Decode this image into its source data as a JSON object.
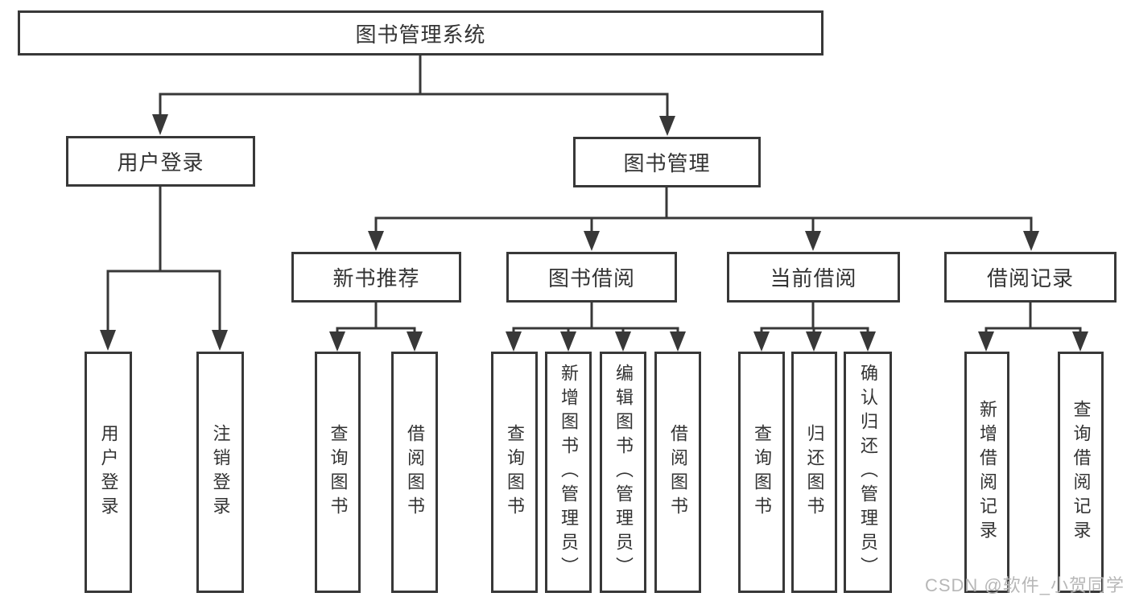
{
  "diagram": {
    "root": {
      "label": "图书管理系统"
    },
    "level2": [
      {
        "label": "用户登录",
        "parent": "图书管理系统"
      },
      {
        "label": "图书管理",
        "parent": "图书管理系统"
      }
    ],
    "level3": [
      {
        "label": "新书推荐",
        "parent": "图书管理"
      },
      {
        "label": "图书借阅",
        "parent": "图书管理"
      },
      {
        "label": "当前借阅",
        "parent": "图书管理"
      },
      {
        "label": "借阅记录",
        "parent": "图书管理"
      }
    ],
    "leaves": [
      {
        "label": "用户登录",
        "parent": "用户登录"
      },
      {
        "label": "注销登录",
        "parent": "用户登录"
      },
      {
        "label": "查询图书",
        "parent": "新书推荐"
      },
      {
        "label": "借阅图书",
        "parent": "新书推荐"
      },
      {
        "label": "查询图书",
        "parent": "图书借阅"
      },
      {
        "label": "新增图书（管理员）",
        "parent": "图书借阅"
      },
      {
        "label": "编辑图书（管理员）",
        "parent": "图书借阅"
      },
      {
        "label": "借阅图书",
        "parent": "图书借阅"
      },
      {
        "label": "查询图书",
        "parent": "当前借阅"
      },
      {
        "label": "归还图书",
        "parent": "当前借阅"
      },
      {
        "label": "确认归还（管理员）",
        "parent": "当前借阅"
      },
      {
        "label": "新增借阅记录",
        "parent": "借阅记录"
      },
      {
        "label": "查询借阅记录",
        "parent": "借阅记录"
      }
    ]
  },
  "watermark": {
    "text": "CSDN @软件_小贺同学"
  },
  "colors": {
    "line": "#383838",
    "text": "#333333",
    "watermark": "#b7b7b7",
    "background": "#ffffff"
  }
}
